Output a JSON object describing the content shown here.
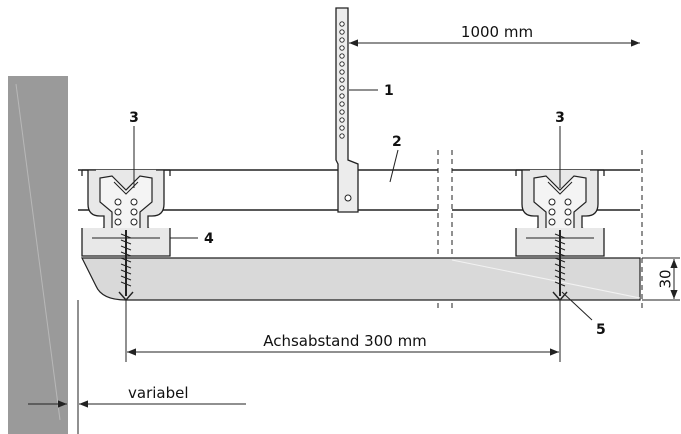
{
  "labels": {
    "span_1000": "1000 mm",
    "axis_spacing": "Achsabstand 300 mm",
    "variable": "variabel",
    "thickness": "30"
  },
  "callouts": {
    "c1": "1",
    "c2": "2",
    "c3_left": "3",
    "c3_right": "3",
    "c4": "4",
    "c5": "5"
  },
  "colors": {
    "wall": "#9a9a9a",
    "board": "#d9d9d9",
    "clip": "#e6e6e6",
    "line": "#222222"
  }
}
